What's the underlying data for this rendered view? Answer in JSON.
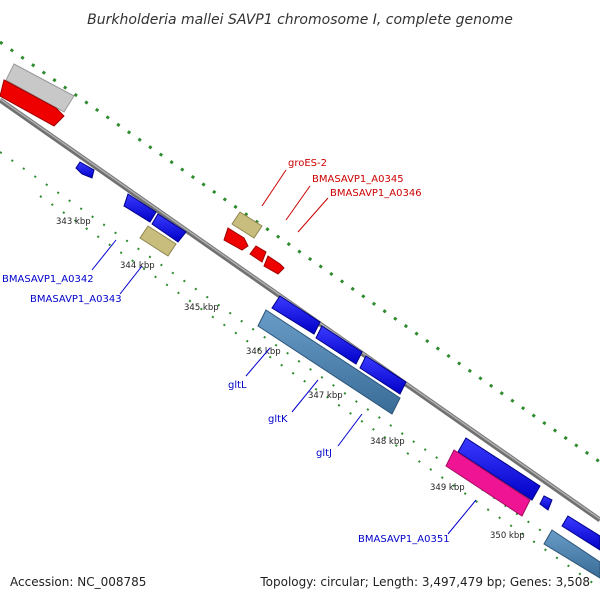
{
  "title": "Burkholderia mallei SAVP1 chromosome I, complete genome",
  "footer": {
    "accession": "Accession: NC_008785",
    "summary": "Topology: circular; Length: 3,497,479 bp; Genes: 3,508"
  },
  "colors": {
    "backbone": "#8a8a8a",
    "tick": "#2e8b2e",
    "label_forward": "#cc0000",
    "label_reverse": "#0000cc",
    "gene_blue": "#0000ee",
    "gene_red": "#ee0000",
    "gene_khaki": "#c8bd7c",
    "gene_steel": "#4a80b0",
    "gene_pink": "#ee1493",
    "gene_gray": "#c0c0c0"
  },
  "scale_labels": [
    "343 kbp",
    "344 kbp",
    "345 kbp",
    "346 kbp",
    "347 kbp",
    "348 kbp",
    "349 kbp",
    "350 kbp"
  ],
  "gene_labels_forward": [
    "groES-2",
    "BMASAVP1_A0345",
    "BMASAVP1_A0346"
  ],
  "gene_labels_reverse": [
    "BMASAVP1_A0342",
    "BMASAVP1_A0343",
    "gltL",
    "gltK",
    "gltJ",
    "BMASAVP1_A0351"
  ]
}
